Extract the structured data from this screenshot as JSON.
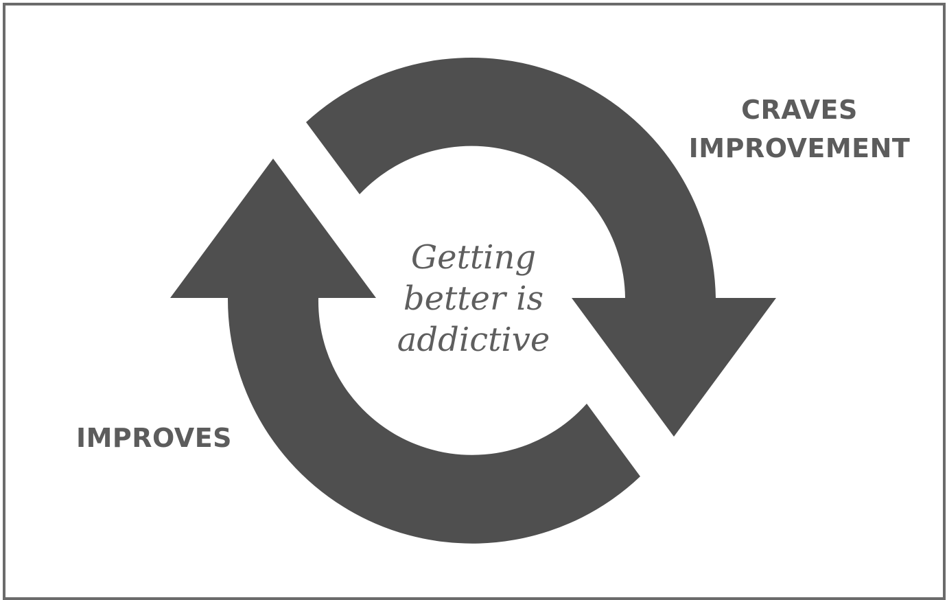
{
  "diagram": {
    "center_text_lines": [
      "Getting",
      "better is",
      "addictive"
    ],
    "label_top_right_lines": [
      "CRAVES",
      "IMPROVEMENT"
    ],
    "label_bottom_left_lines": [
      "IMPROVES"
    ],
    "colors": {
      "arrow_fill": "#4f4f4f",
      "text": "#5e5e5e",
      "frame_border": "#6b6b6b",
      "background": "#ffffff"
    },
    "shapes": [
      "arrow-clockwise-top-right",
      "arrow-clockwise-bottom-left"
    ]
  }
}
